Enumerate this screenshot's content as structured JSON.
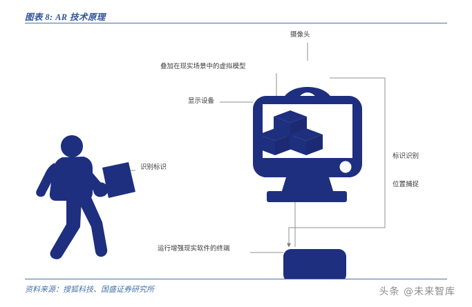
{
  "figure": {
    "title": "图表 8: AR 技术原理",
    "source": "资料来源：搜狐科技、国盛证券研究所",
    "watermark": "头条 @未来智库",
    "accent_color": "#2f5496",
    "rule_color": "#4472a8",
    "diagram_blue": "#1e2f7f",
    "leader_line_color": "#8f8f8f",
    "label_color": "#3a3a3a"
  },
  "diagram": {
    "name": "ar-technology-principle-diagram",
    "labels": {
      "overlay_model": "叠加在现实场景中的虚拟模型",
      "display_device": "显示设备",
      "camera": "摄像头",
      "marker_tracking_line1": "标识识别",
      "marker_tracking_line2": "位置捕捉",
      "recognition_marker": "识别标识",
      "terminal": "运行增强现实软件的终端"
    },
    "shapes": {
      "person": "walking-person-holding-marker-card",
      "monitor": "display-monitor-with-virtual-cubes",
      "camera": "eye-shaped-camera",
      "terminal": "rounded-rectangle-terminal",
      "cubes_count": 3
    }
  }
}
